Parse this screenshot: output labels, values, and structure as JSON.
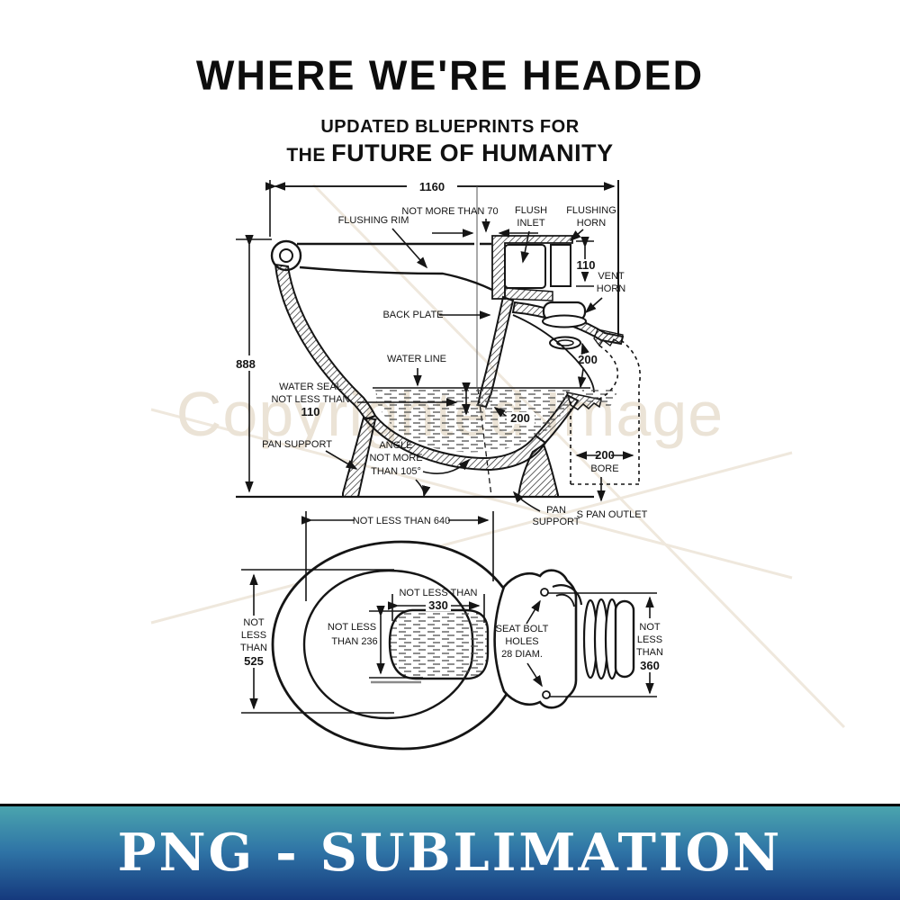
{
  "header": {
    "title": "WHERE WE'RE HEADED",
    "subtitle_line1": "UPDATED BLUEPRINTS FOR",
    "subtitle_line2_prefix": "THE ",
    "subtitle_line2": "FUTURE OF HUMANITY"
  },
  "watermark": {
    "text": "Copyrighted Image",
    "color": "#ebe3d6"
  },
  "cross_section": {
    "dims": {
      "overall_width": "1160",
      "overall_height": "888",
      "gap": "NOT MORE THAN 70",
      "horn_height": "110",
      "trap_200_upper": "200",
      "water_200": "200",
      "water_seal_l1": "WATER SEAL",
      "water_seal_l2": "NOT LESS THAN",
      "water_seal_l3": "110",
      "bore_l1": "200",
      "bore_l2": "BORE",
      "angle_l1": "ANGLE",
      "angle_l2": "NOT MORE",
      "angle_l3": "THAN 105°"
    },
    "labels": {
      "flushing_rim": "FLUSHING RIM",
      "flush_inlet_l1": "FLUSH",
      "flush_inlet_l2": "INLET",
      "flushing_horn_l1": "FLUSHING",
      "flushing_horn_l2": "HORN",
      "vent_horn_l1": "VENT",
      "vent_horn_l2": "HORN",
      "back_plate": "BACK PLATE",
      "water_line": "WATER LINE",
      "pan_support_left": "PAN SUPPORT",
      "pan_support_bottom_l1": "PAN",
      "pan_support_bottom_l2": "SUPPORT",
      "s_pan_outlet": "S PAN OUTLET"
    }
  },
  "plan_view": {
    "dims": {
      "width_640": "NOT LESS THAN 640",
      "seat_330_l1": "NOT LESS THAN",
      "seat_330_l2": "330",
      "water_236_l1": "NOT LESS",
      "water_236_l2": "THAN 236",
      "left_525_l1": "NOT",
      "left_525_l2": "LESS",
      "left_525_l3": "THAN",
      "left_525_l4": "525",
      "right_360_l1": "NOT",
      "right_360_l2": "LESS",
      "right_360_l3": "THAN",
      "right_360_l4": "360",
      "bolt_l1": "SEAT BOLT",
      "bolt_l2": "HOLES",
      "bolt_l3": "28 DIAM."
    }
  },
  "banner": {
    "text": "PNG - SUBLIMATION",
    "gradient_top": "#4aa4ae",
    "gradient_mid": "#2f74a6",
    "gradient_bottom": "#15397d",
    "text_color": "#ffffff"
  }
}
